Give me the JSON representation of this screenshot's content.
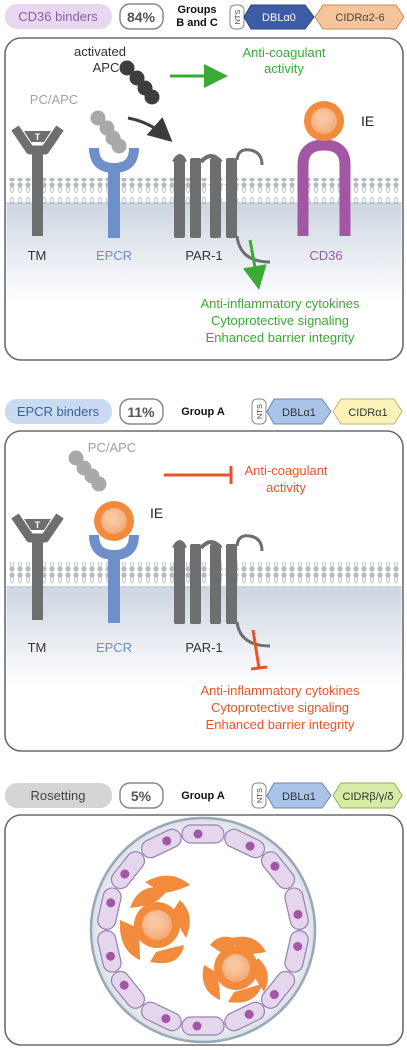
{
  "colors": {
    "green": "#3aaa35",
    "red": "#e8542a",
    "gray_dark": "#6d6e70",
    "gray_light": "#9fa1a3",
    "epcr_blue": "#6f8fc9",
    "cd36_purple": "#a356a4",
    "ie_orange": "#f28b3c",
    "pill_cd36": "#e7d7ef",
    "pill_epcr": "#c8dbf2",
    "pill_roset": "#d5d5d5",
    "dbl_alpha0": "#3d5ca6",
    "dbl_alpha1": "#a9c4e8",
    "cidr_a26": "#f6c49a",
    "cidr_a1": "#fbf2b8",
    "cidr_bgd": "#d6eba4",
    "membrane_bg": "#d6dde8",
    "panel_border": "#6b6b6b"
  },
  "panel1": {
    "pill": "CD36 binders",
    "percent": "84%",
    "groups_line1": "Groups",
    "groups_line2": "B and C",
    "nts": "NTS",
    "dbl": "DBLα0",
    "cidr": "CIDRα2-6",
    "activated": "activated",
    "apc": "APC",
    "pc_apc": "PC/APC",
    "effect1_line1": "Anti-coagulant",
    "effect1_line2": "activity",
    "ie": "IE",
    "tm": "TM",
    "epcr": "EPCR",
    "par1": "PAR-1",
    "cd36": "CD36",
    "effect2_line1": "Anti-inflammatory cytokines",
    "effect2_line2": "Cytoprotective signaling",
    "effect2_line3": "Enhanced barrier integrity"
  },
  "panel2": {
    "pill": "EPCR binders",
    "percent": "11%",
    "group": "Group A",
    "nts": "NTS",
    "dbl": "DBLα1",
    "cidr": "CIDRα1",
    "pc_apc": "PC/APC",
    "effect1_line1": "Anti-coagulant",
    "effect1_line2": "activity",
    "ie": "IE",
    "tm": "TM",
    "epcr": "EPCR",
    "par1": "PAR-1",
    "effect2_line1": "Anti-inflammatory cytokines",
    "effect2_line2": "Cytoprotective signaling",
    "effect2_line3": "Enhanced barrier integrity"
  },
  "panel3": {
    "pill": "Rosetting",
    "percent": "5%",
    "group": "Group A",
    "nts": "NTS",
    "dbl": "DBLα1",
    "cidr": "CIDRβ/γ/δ"
  }
}
